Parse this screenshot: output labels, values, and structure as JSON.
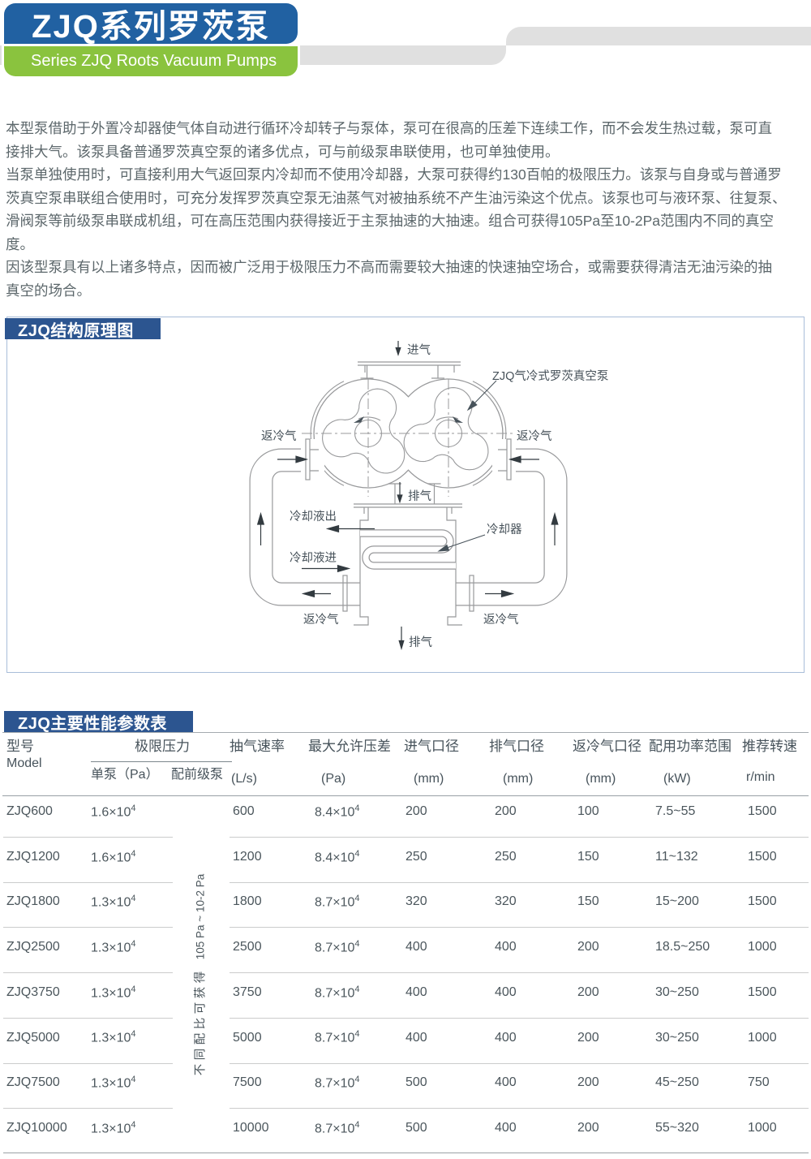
{
  "colors": {
    "brand_blue": "#2161a2",
    "brand_green": "#8ac33e",
    "section_title_blue": "#2c5590",
    "ribbon_gray": "#e0e0e0",
    "body_text": "#5c676b",
    "table_text": "#4b565c",
    "drawing_line": "#98999b"
  },
  "header": {
    "title_cn": "ZJQ系列罗茨泵",
    "title_en": "Series ZJQ Roots Vacuum Pumps"
  },
  "intro": {
    "paragraphs": [
      "本型泵借助于外置冷却器使气体自动进行循环冷却转子与泵体，泵可在很高的压差下连续工作，而不会发生热过载，泵可直接排大气。该泵具备普通罗茨真空泵的诸多优点，可与前级泵串联使用，也可单独使用。",
      "当泵单独使用时，可直接利用大气返回泵内冷却而不使用冷却器，大泵可获得约130百帕的极限压力。该泵与自身或与普通罗茨真空泵串联组合使用时，可充分发挥罗茨真空泵无油蒸气对被抽系统不产生油污染这个优点。该泵也可与液环泵、往复泵、滑阀泵等前级泵串联成机组，可在高压范围内获得接近于主泵抽速的大抽速。组合可获得105Pa至10-2Pa范围内不同的真空度。",
      "因该型泵具有以上诸多特点，因而被广泛用于极限压力不高而需要较大抽速的快速抽空场合，或需要获得清洁无油污染的抽真空的场合。"
    ]
  },
  "diagram": {
    "title": "ZJQ结构原理图",
    "labels": {
      "inlet": "进气",
      "pump_name": "ZJQ气冷式罗茨真空泵",
      "return_gas_left": "返冷气",
      "return_gas_right": "返冷气",
      "exhaust_mid": "排气",
      "coolant_out": "冷却液出",
      "coolant_in": "冷却液进",
      "cooler": "冷却器",
      "return_gas_bottom_left": "返冷气",
      "return_gas_bottom_right": "返冷气",
      "exhaust_bottom": "排气"
    }
  },
  "specs": {
    "title": "ZJQ主要性能参数表",
    "columns": {
      "model_cn": "型号",
      "model_en": "Model",
      "ultimate_pressure": "极限压力",
      "single_pump": "单泵（Pa）",
      "with_backing_pump": "配前级泵",
      "pumping_speed": "抽气速率",
      "pumping_speed_unit": "(L/s)",
      "max_diff_pressure": "最大允许压差",
      "max_diff_pressure_unit": "(Pa)",
      "inlet_diameter": "进气口径",
      "inlet_diameter_unit": "(mm)",
      "outlet_diameter": "排气口径",
      "outlet_diameter_unit": "(mm)",
      "cooling_port_diameter": "返冷气口径",
      "cooling_port_diameter_unit": "(mm)",
      "power_range": "配用功率范围",
      "power_range_unit": "(kW)",
      "speed_rpm": "推荐转速",
      "speed_rpm_unit": "r/min"
    },
    "backing_note_cn": "不同配比可获得",
    "backing_note_value": "105 Pa ~ 10-2 Pa",
    "rows": [
      {
        "model": "ZJQ600",
        "ult": "1.6×10",
        "ult_e": "4",
        "speed": "600",
        "dp": "8.4×10",
        "dp_e": "4",
        "inlet": "200",
        "outlet": "200",
        "cool": "100",
        "power": "7.5~55",
        "rpm": "1500"
      },
      {
        "model": "ZJQ1200",
        "ult": "1.6×10",
        "ult_e": "4",
        "speed": "1200",
        "dp": "8.4×10",
        "dp_e": "4",
        "inlet": "250",
        "outlet": "250",
        "cool": "150",
        "power": "11~132",
        "rpm": "1500"
      },
      {
        "model": "ZJQ1800",
        "ult": "1.3×10",
        "ult_e": "4",
        "speed": "1800",
        "dp": "8.7×10",
        "dp_e": "4",
        "inlet": "320",
        "outlet": "320",
        "cool": "150",
        "power": "15~200",
        "rpm": "1500"
      },
      {
        "model": "ZJQ2500",
        "ult": "1.3×10",
        "ult_e": "4",
        "speed": "2500",
        "dp": "8.7×10",
        "dp_e": "4",
        "inlet": "400",
        "outlet": "400",
        "cool": "200",
        "power": "18.5~250",
        "rpm": "1000"
      },
      {
        "model": "ZJQ3750",
        "ult": "1.3×10",
        "ult_e": "4",
        "speed": "3750",
        "dp": "8.7×10",
        "dp_e": "4",
        "inlet": "400",
        "outlet": "400",
        "cool": "200",
        "power": "30~250",
        "rpm": "1500"
      },
      {
        "model": "ZJQ5000",
        "ult": "1.3×10",
        "ult_e": "4",
        "speed": "5000",
        "dp": "8.7×10",
        "dp_e": "4",
        "inlet": "400",
        "outlet": "400",
        "cool": "200",
        "power": "30~250",
        "rpm": "1000"
      },
      {
        "model": "ZJQ7500",
        "ult": "1.3×10",
        "ult_e": "4",
        "speed": "7500",
        "dp": "8.7×10",
        "dp_e": "4",
        "inlet": "500",
        "outlet": "400",
        "cool": "200",
        "power": "45~250",
        "rpm": "750"
      },
      {
        "model": "ZJQ10000",
        "ult": "1.3×10",
        "ult_e": "4",
        "speed": "10000",
        "dp": "8.7×10",
        "dp_e": "4",
        "inlet": "500",
        "outlet": "400",
        "cool": "200",
        "power": "55~320",
        "rpm": "1000"
      }
    ]
  }
}
